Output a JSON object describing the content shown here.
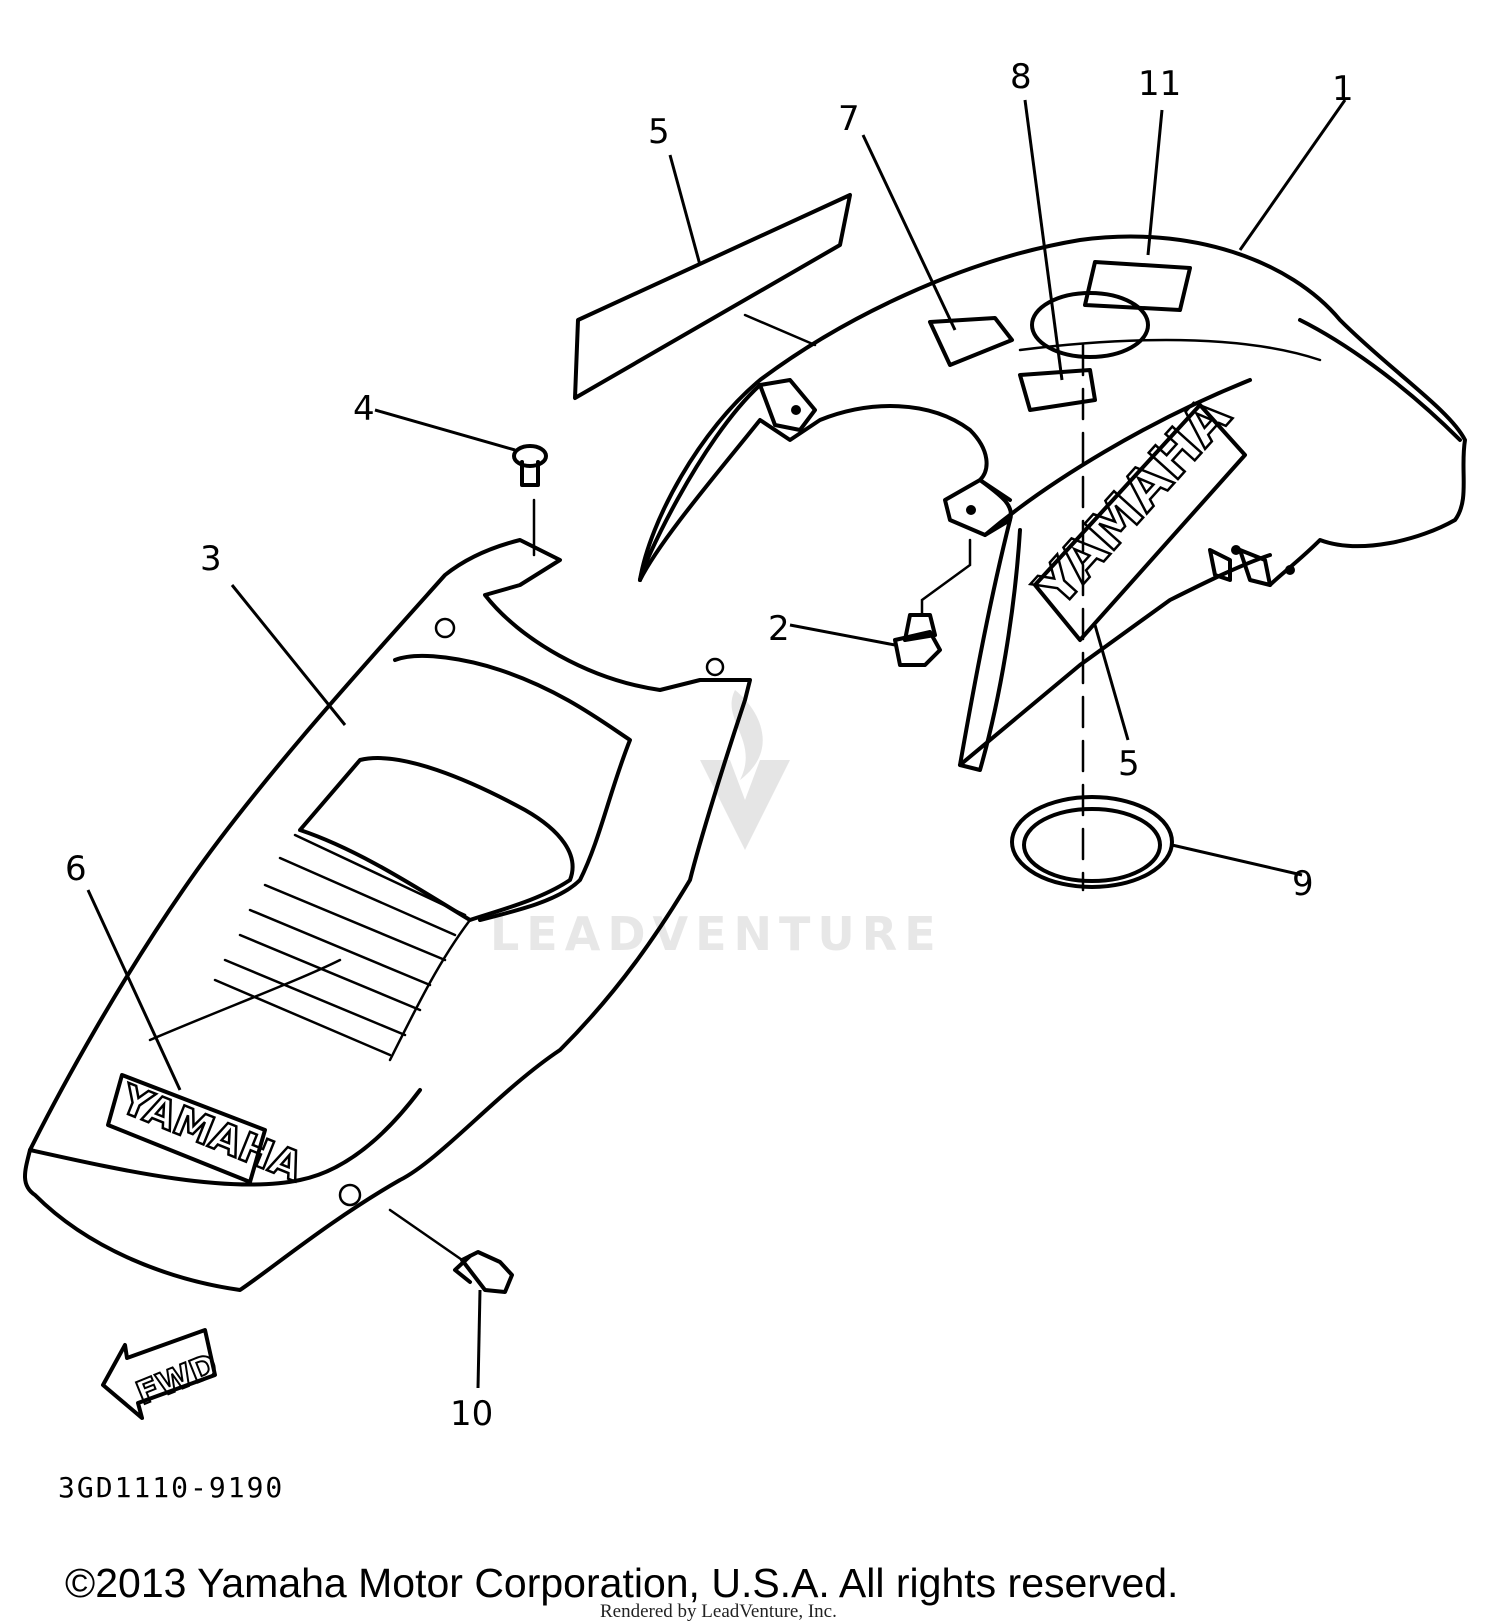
{
  "diagram": {
    "callouts": [
      {
        "id": "1",
        "text": "1"
      },
      {
        "id": "2",
        "text": "2"
      },
      {
        "id": "3",
        "text": "3"
      },
      {
        "id": "4",
        "text": "4"
      },
      {
        "id": "5a",
        "text": "5"
      },
      {
        "id": "5b",
        "text": "5"
      },
      {
        "id": "6",
        "text": "6"
      },
      {
        "id": "7",
        "text": "7"
      },
      {
        "id": "8",
        "text": "8"
      },
      {
        "id": "9",
        "text": "9"
      },
      {
        "id": "10",
        "text": "10"
      },
      {
        "id": "11",
        "text": "11"
      }
    ],
    "brand_label": "YAMAHA",
    "fwd_label": "FWD",
    "diagram_code": "3GD1110-9190",
    "copyright": "©2013 Yamaha Motor Corporation, U.S.A. All rights reserved.",
    "rendered_by": "Rendered by LeadVenture, Inc.",
    "watermark": "LEADVENTURE"
  }
}
